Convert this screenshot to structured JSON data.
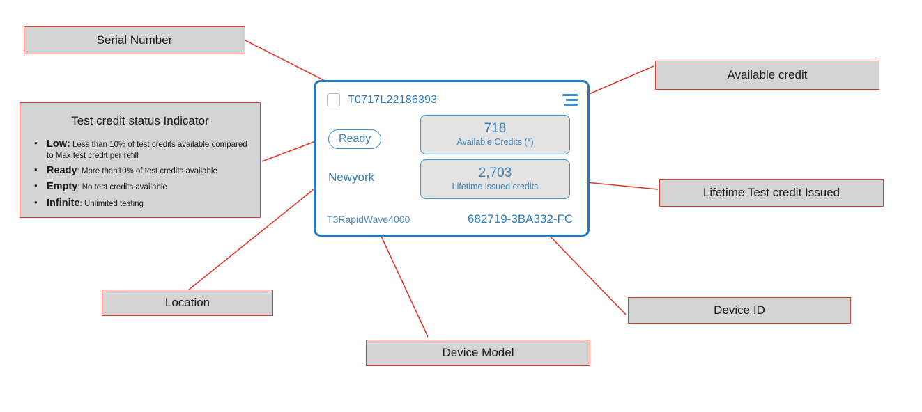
{
  "callouts": {
    "serial_number": "Serial Number",
    "available_credit": "Available credit",
    "lifetime_issued": "Lifetime Test credit Issued",
    "location": "Location",
    "device_id": "Device ID",
    "device_model": "Device Model",
    "status_indicator": {
      "heading": "Test credit status Indicator",
      "items": [
        {
          "term": "Low:",
          "desc": "Less than 10% of test credits available compared to Max test credit per refill"
        },
        {
          "term": "Ready",
          "desc": ": More than10% of test credits available"
        },
        {
          "term": "Empty",
          "desc": ": No test credits available"
        },
        {
          "term": "Infinite",
          "desc": ": Unlimited testing"
        }
      ]
    }
  },
  "device_card": {
    "serial_number": "T0717L22186393",
    "status": "Ready",
    "location": "Newyork",
    "model": "T3RapidWave4000",
    "device_id": "682719-3BA332-FC",
    "checkbox_checked": false,
    "menu_icon": "hamburger-menu-icon",
    "tiles": [
      {
        "value": "718",
        "label": "Available Credits (*)"
      },
      {
        "value": "2,703",
        "label": "Lifetime issued credits"
      }
    ]
  },
  "colors": {
    "card_border": "#1f7ac0",
    "accent_text": "#2b7cc0",
    "tile_fill": "#e3e3e3",
    "callout_fill": "#d4d4d4",
    "callout_border": "#e2392b"
  }
}
